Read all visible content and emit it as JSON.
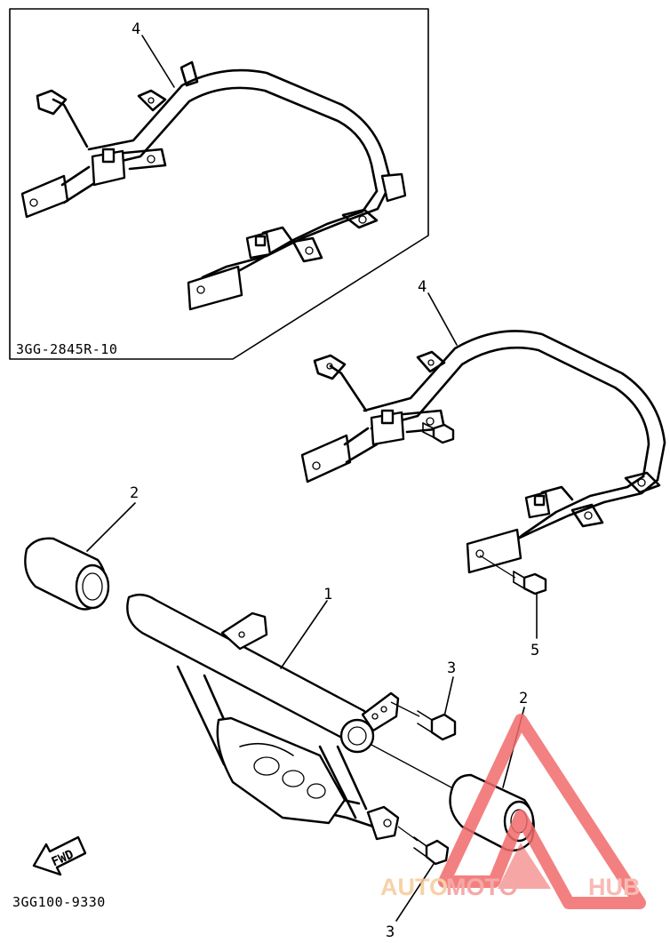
{
  "callouts": {
    "inset_part_4": "4",
    "main_part_4": "4",
    "part_2_left": "2",
    "part_1": "1",
    "part_3_upper": "3",
    "part_5": "5",
    "part_2_right": "2",
    "part_3_lower": "3"
  },
  "inset": {
    "code": "3GG-2845R-10"
  },
  "diagram_code": "3GG100-9330",
  "fwd_label": "FWD",
  "watermark": {
    "part_a": "AUTO",
    "part_b": "MOTO",
    "part_c": "HUB",
    "color_triangle": "#f26b6b"
  }
}
